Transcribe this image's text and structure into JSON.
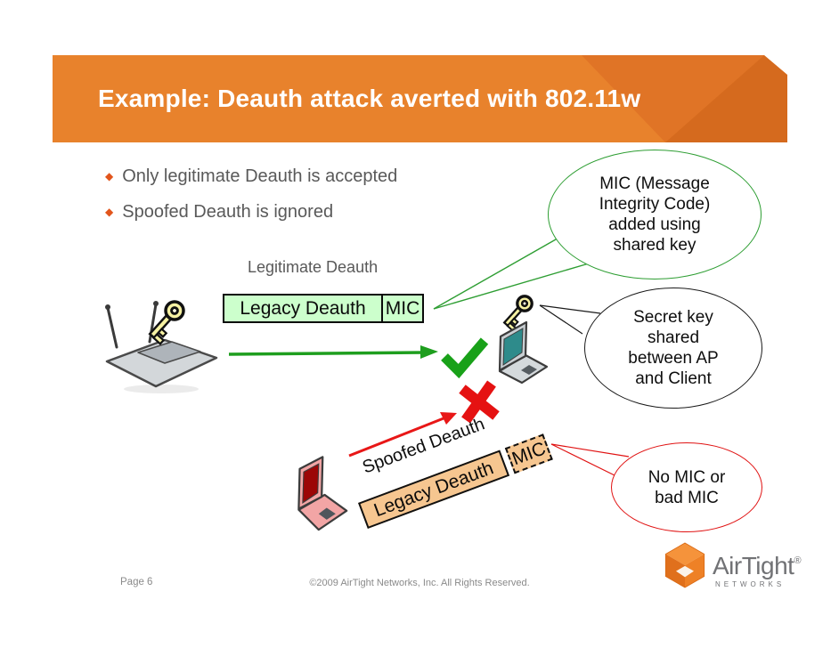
{
  "header": {
    "title": "Example: Deauth attack averted with 802.11w"
  },
  "bullets": {
    "glyph": "◆",
    "items": [
      "Only legitimate Deauth is accepted",
      "Spoofed Deauth is ignored"
    ]
  },
  "legit_flow": {
    "label": "Legitimate Deauth",
    "frame": {
      "payload": "Legacy Deauth",
      "mic": "MIC"
    }
  },
  "spoofed_flow": {
    "label": "Spoofed Deauth",
    "frame": {
      "payload": "Legacy Deauth",
      "mic": "MIC"
    }
  },
  "bubbles": {
    "mic_added": {
      "lines": [
        "MIC (Message",
        "Integrity Code)",
        "added using",
        "shared key"
      ]
    },
    "secret_key": {
      "lines": [
        "Secret key",
        "shared",
        "between AP",
        "and Client"
      ]
    },
    "no_mic": {
      "lines": [
        "No MIC or",
        "bad MIC"
      ]
    }
  },
  "footer": {
    "page": "Page 6",
    "copyright": "©2009 AirTight Networks, Inc. All Rights Reserved."
  },
  "logo": {
    "brand": "AirTight",
    "registered": "®",
    "subtitle": "NETWORKS"
  },
  "colors": {
    "band_orange": "#E8822C",
    "band_mid": "#E07426",
    "band_dark": "#D56A1E",
    "bullet_diamond": "#E2551C",
    "body_text_gray": "#595959",
    "legit_frame_fill": "#CCFFCC",
    "spoofed_frame_fill": "#F6C690",
    "bubble_green_border": "#2E9E33",
    "bubble_red_border": "#E01212",
    "arrow_green": "#1E9E1E",
    "arrow_red": "#E81717"
  }
}
